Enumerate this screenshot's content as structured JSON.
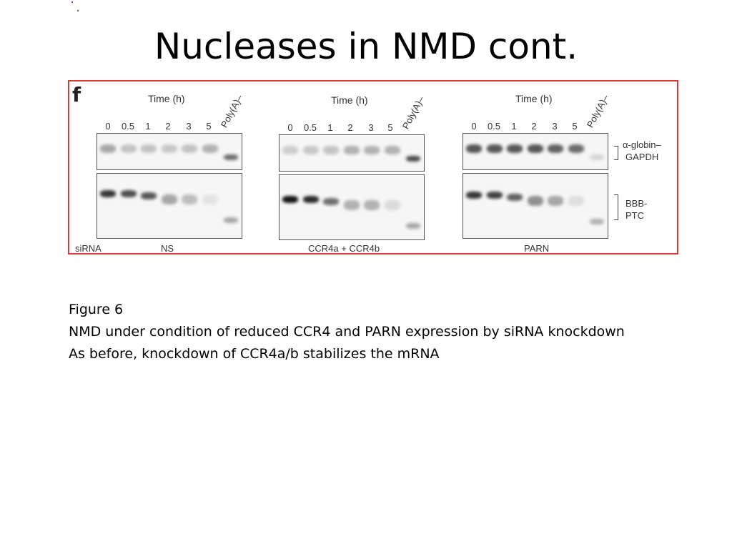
{
  "slide": {
    "title": "Nucleases in NMD cont."
  },
  "figure": {
    "panel_letter": "f",
    "time_label": "Time (h)",
    "lanes": [
      "0",
      "0.5",
      "1",
      "2",
      "3",
      "5"
    ],
    "polya_label": "Poly(A)–",
    "sirna_label": "siRNA",
    "conditions": [
      "NS",
      "CCR4a + CCR4b",
      "PARN"
    ],
    "top_side_label": [
      "α-globin–",
      "GAPDH"
    ],
    "bottom_side_label": [
      "BBB-",
      "PTC"
    ]
  },
  "caption": {
    "line1": "Figure 6",
    "line2": "NMD under condition of reduced CCR4 and PARN expression by siRNA knockdown",
    "line3": "As before, knockdown of CCR4a/b stabilizes the mRNA"
  },
  "colors": {
    "panel_border": "#d83a3a",
    "dots": "#3a4fd6"
  }
}
